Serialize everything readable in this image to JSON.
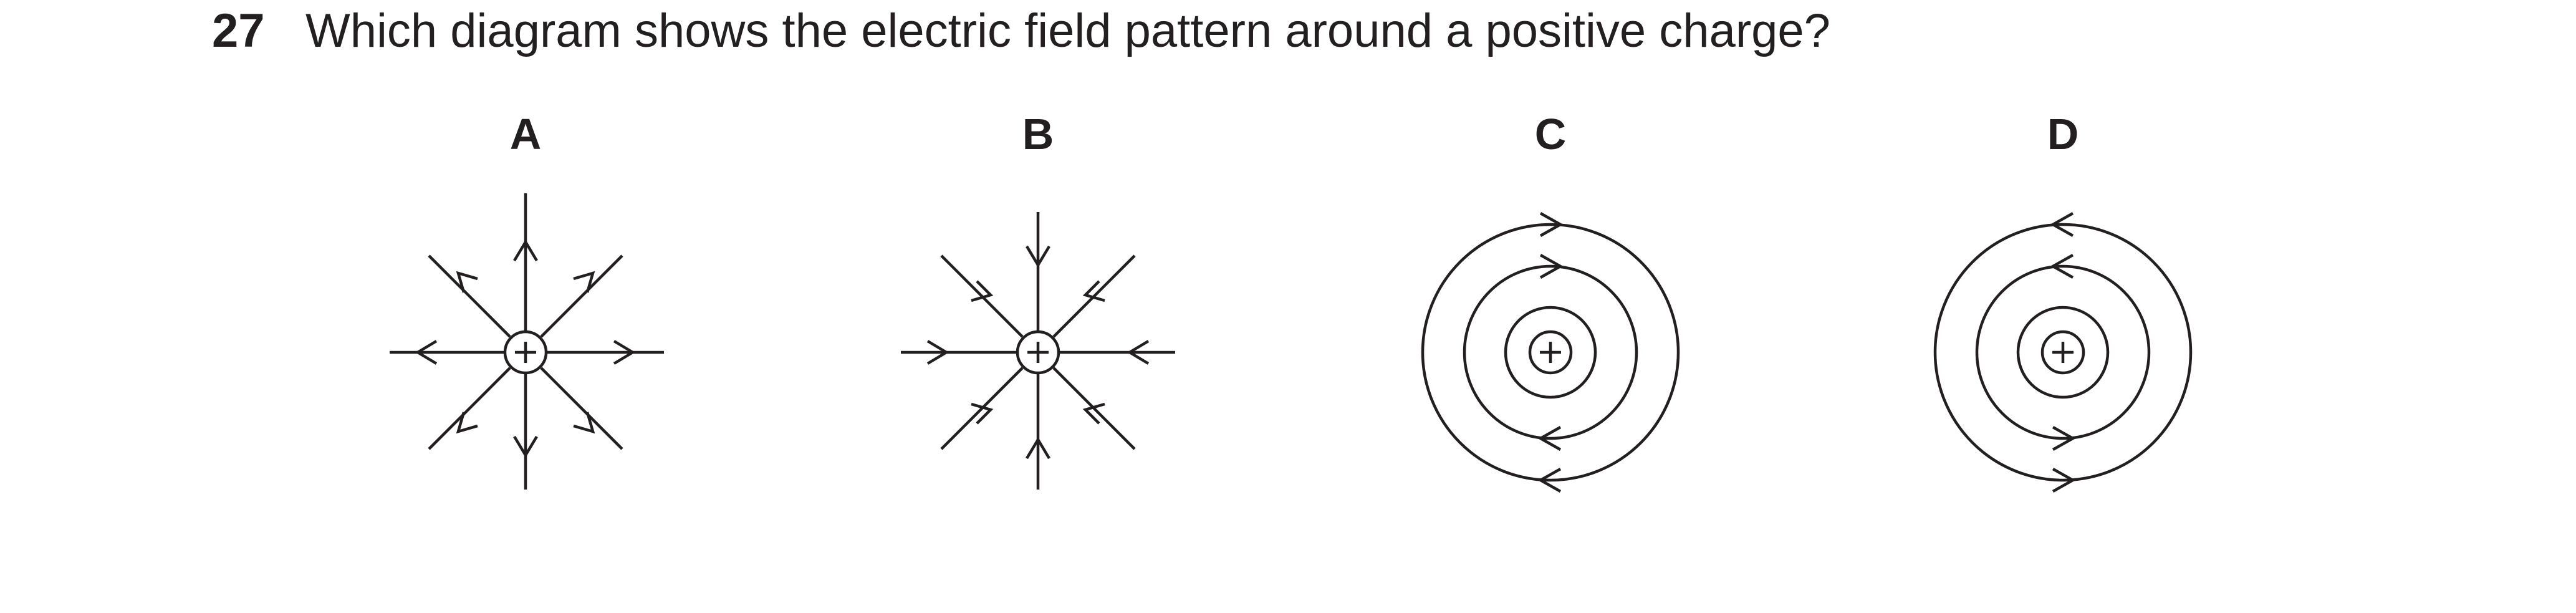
{
  "question": {
    "number": "27",
    "text": "Which diagram shows the electric field pattern around a positive charge?"
  },
  "options": [
    {
      "label": "A",
      "charge_symbol": "+",
      "pattern": "radial",
      "arrow_direction": "outward"
    },
    {
      "label": "B",
      "charge_symbol": "+",
      "pattern": "radial",
      "arrow_direction": "inward"
    },
    {
      "label": "C",
      "charge_symbol": "+",
      "pattern": "concentric circles",
      "arrow_direction": "clockwise"
    },
    {
      "label": "D",
      "charge_symbol": "+",
      "pattern": "concentric circles",
      "arrow_direction": "anticlockwise"
    }
  ],
  "colors": {
    "ink": "#231f20",
    "background": "#ffffff"
  }
}
